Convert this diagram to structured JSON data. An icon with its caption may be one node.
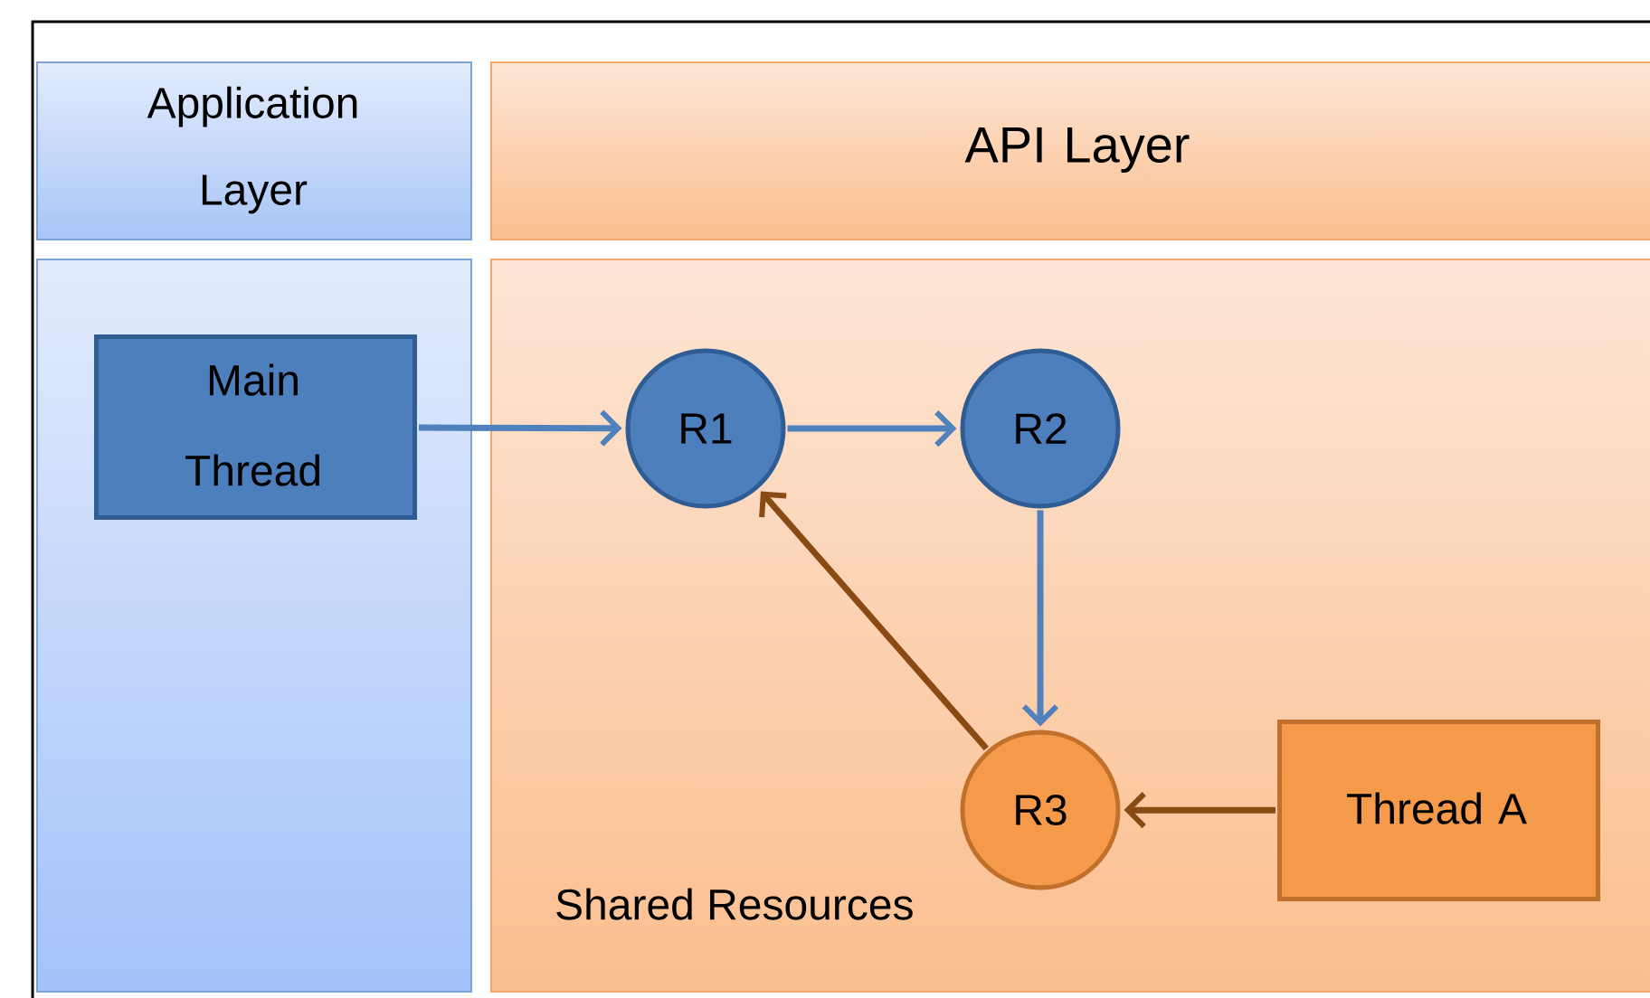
{
  "diagram": {
    "nodes": [
      {
        "text": [
          "Application Layer"
        ]
      },
      {
        "text": [
          "API Layer"
        ]
      },
      {
        "text": [],
        "shape": "box"
      },
      {
        "text": [
          "Shared Resources"
        ]
      },
      {
        "text": [
          "Main Thread"
        ],
        "in": 2
      },
      {
        "text": [
          "R1"
        ],
        "in": 3
      },
      {
        "text": [
          "R2"
        ],
        "in": 3
      },
      {
        "text": [
          "R3"
        ],
        "in": 3
      },
      {
        "text": [
          "Thread A"
        ],
        "in": 3
      }
    ],
    "edges": [
      {
        "from": 4,
        "to": 5,
        "arrow": "to"
      },
      {
        "from": 5,
        "to": 6,
        "arrow": "to"
      },
      {
        "from": 6,
        "to": 7,
        "arrow": "to"
      },
      {
        "from": 7,
        "to": 5,
        "arrow": "to",
        "color": "#8a4a14"
      },
      {
        "from": 8,
        "to": 7,
        "arrow": "to",
        "color": "#8a4a14"
      }
    ]
  }
}
